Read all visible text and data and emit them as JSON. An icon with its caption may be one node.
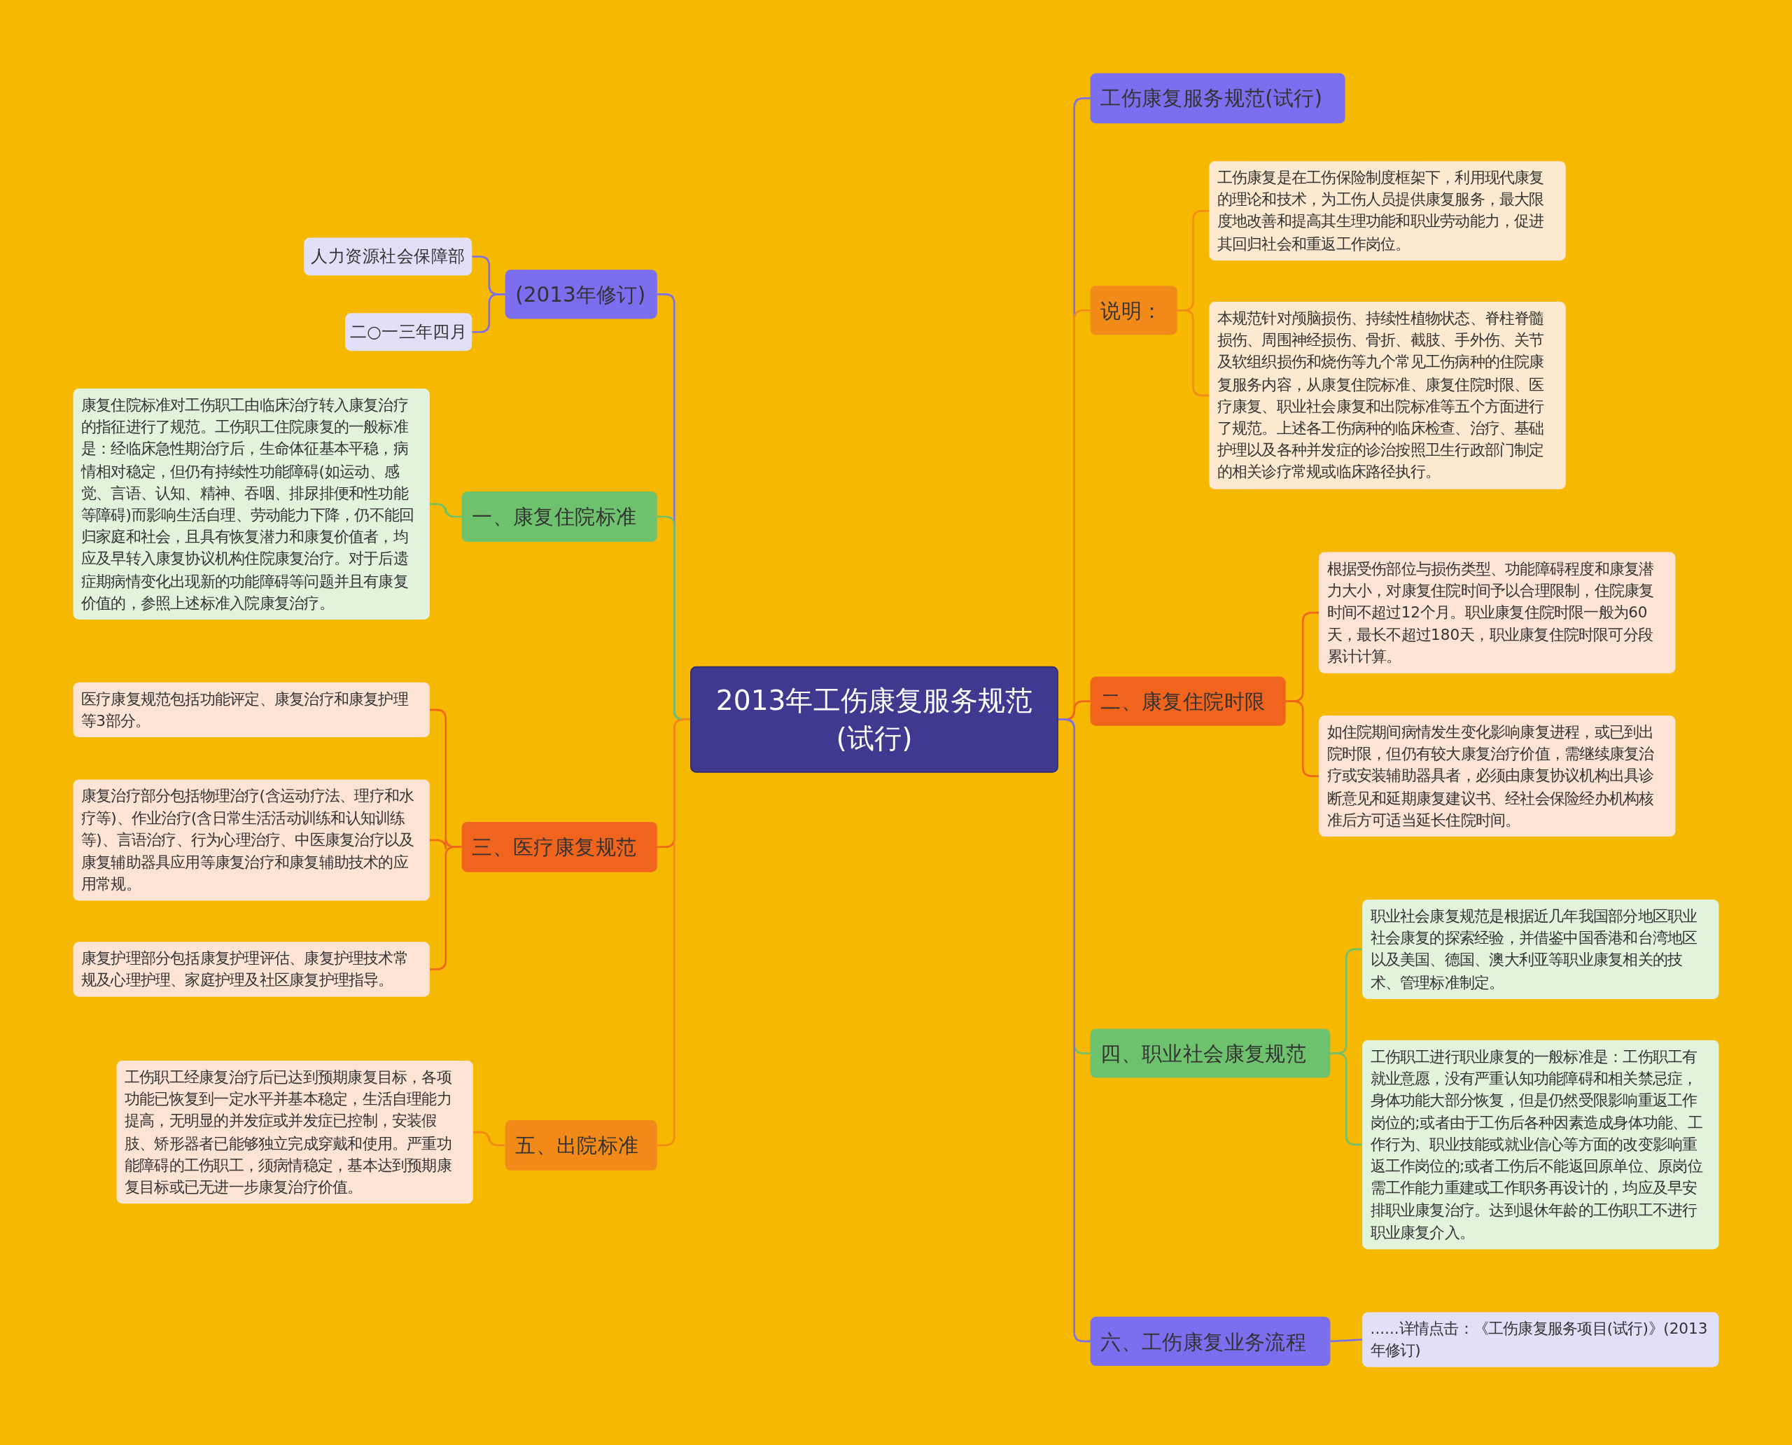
{
  "diagram": {
    "nodes": [
      {
        "text": [
          "2013年工伤康复服务规范(试行)"
        ]
      },
      {
        "text": [
          "(2013年修订)"
        ]
      },
      {
        "text": [
          "人力资源社会保障部"
        ]
      },
      {
        "text": [
          "二○一三年四月"
        ]
      },
      {
        "text": [
          "一、康复住院标准"
        ]
      },
      {
        "text": [
          "康复住院标准对工伤职工由临床治疗转入康复治疗的指征进行了规范。工伤职工住院康复的一般标准是：经临床急性期治疗后，生命体征基本平稳，病情相对稳定，但仍有持续性功能障碍(如运动、感觉、言语、认知、精神、吞咽、排尿排便和性功能等障碍)而影响生活自理、劳动能力下降，仍不能回归家庭和社会，且具有恢复潜力和康复价值者，均应及早转入康复协议机构住院康复治疗。对于后遗症期病情变化出现新的功能障碍等问题并且有康复价值的，参照上述标准入院康复治疗。"
        ]
      },
      {
        "text": [
          "三、医疗康复规范"
        ]
      },
      {
        "text": [
          "医疗康复规范包括功能评定、康复治疗和康复护理等3部分。"
        ]
      },
      {
        "text": [
          "康复治疗部分包括物理治疗(含运动疗法、理疗和水疗等)、作业治疗(含日常生活活动训练和认知训练等)、言语治疗、行为心理治疗、中医康复治疗以及康复辅助器具应用等康复治疗和康复辅助技术的应用常规。"
        ]
      },
      {
        "text": [
          "康复护理部分包括康复护理评估、康复护理技术常规及心理护理、家庭护理及社区康复护理指导。"
        ]
      },
      {
        "text": [
          "五、出院标准"
        ]
      },
      {
        "text": [
          "工伤职工经康复治疗后已达到预期康复目标，各项功能已恢复到一定水平并基本稳定，生活自理能力提高，无明显的并发症或并发症已控制，安装假肢、矫形器者已能够独立完成穿戴和使用。严重功能障碍的工伤职工，须病情稳定，基本达到预期康复目标或已无进一步康复治疗价值。"
        ]
      },
      {
        "text": [
          "工伤康复服务规范(试行)"
        ]
      },
      {
        "text": [
          "说明："
        ]
      },
      {
        "text": [
          "工伤康复是在工伤保险制度框架下，利用现代康复的理论和技术，为工伤人员提供康复服务，最大限度地改善和提高其生理功能和职业劳动能力，促进其回归社会和重返工作岗位。"
        ]
      },
      {
        "text": [
          "本规范针对颅脑损伤、持续性植物状态、脊柱脊髓损伤、周围神经损伤、骨折、截肢、手外伤、关节及软组织损伤和烧伤等九个常见工伤病种的住院康复服务内容，从康复住院标准、康复住院时限、医疗康复、职业社会康复和出院标准等五个方面进行了规范。上述各工伤病种的临床检查、治疗、基础护理以及各种并发症的诊治按照卫生行政部门制定的相关诊疗常规或临床路径执行。"
        ]
      },
      {
        "text": [
          "二、康复住院时限"
        ]
      },
      {
        "text": [
          "根据受伤部位与损伤类型、功能障碍程度和康复潜力大小，对康复住院时间予以合理限制，住院康复时间不超过12个月。职业康复住院时限一般为60天，最长不超过180天，职业康复住院时限可分段累计计算。"
        ]
      },
      {
        "text": [
          "如住院期间病情发生变化影响康复进程，或已到出院时限，但仍有较大康复治疗价值，需继续康复治疗或安装辅助器具者，必须由康复协议机构出具诊断意见和延期康复建议书、经社会保险经办机构核准后方可适当延长住院时间。"
        ]
      },
      {
        "text": [
          "四、职业社会康复规范"
        ]
      },
      {
        "text": [
          "职业社会康复规范是根据近几年我国部分地区职业社会康复的探索经验，并借鉴中国香港和台湾地区以及美国、德国、澳大利亚等职业康复相关的技术、管理标准制定。"
        ]
      },
      {
        "text": [
          "工伤职工进行职业康复的一般标准是：工伤职工有就业意愿，没有严重认知功能障碍和相关禁忌症，身体功能大部分恢复，但是仍然受限影响重返工作岗位的;或者由于工伤后各种因素造成身体功能、工作行为、职业技能或就业信心等方面的改变影响重返工作岗位的;或者工伤后不能返回原单位、原岗位需工作能力重建或工作职务再设计的，均应及早安排职业康复治疗。达到退休年龄的工伤职工不进行职业康复介入。"
        ]
      },
      {
        "text": [
          "六、工伤康复业务流程"
        ]
      },
      {
        "text": [
          "......详情点击：《工伤康复服务项目(试行)》(2013年修订)"
        ]
      }
    ],
    "edges": [
      {
        "from": 0,
        "to": 1,
        "arrow": "none",
        "color": "#7b6ff0"
      },
      {
        "from": 1,
        "to": 2,
        "arrow": "none",
        "color": "#7b6ff0"
      },
      {
        "from": 1,
        "to": 3,
        "arrow": "none",
        "color": "#7b6ff0"
      },
      {
        "from": 0,
        "to": 4,
        "arrow": "none",
        "color": "#6ec26e"
      },
      {
        "from": 4,
        "to": 5,
        "arrow": "none",
        "color": "#6ec26e"
      },
      {
        "from": 0,
        "to": 6,
        "arrow": "none",
        "color": "#f0641e"
      },
      {
        "from": 6,
        "to": 7,
        "arrow": "none",
        "color": "#f0641e"
      },
      {
        "from": 6,
        "to": 8,
        "arrow": "none",
        "color": "#f0641e"
      },
      {
        "from": 6,
        "to": 9,
        "arrow": "none",
        "color": "#f0641e"
      },
      {
        "from": 0,
        "to": 10,
        "arrow": "none",
        "color": "#f28a1a"
      },
      {
        "from": 10,
        "to": 11,
        "arrow": "none",
        "color": "#f28a1a"
      },
      {
        "from": 0,
        "to": 12,
        "arrow": "none",
        "color": "#7b6ff0"
      },
      {
        "from": 0,
        "to": 13,
        "arrow": "none",
        "color": "#f28a1a"
      },
      {
        "from": 13,
        "to": 14,
        "arrow": "none",
        "color": "#f28a1a"
      },
      {
        "from": 13,
        "to": 15,
        "arrow": "none",
        "color": "#f28a1a"
      },
      {
        "from": 0,
        "to": 16,
        "arrow": "none",
        "color": "#f0641e"
      },
      {
        "from": 16,
        "to": 17,
        "arrow": "none",
        "color": "#f0641e"
      },
      {
        "from": 16,
        "to": 18,
        "arrow": "none",
        "color": "#f0641e"
      },
      {
        "from": 0,
        "to": 19,
        "arrow": "none",
        "color": "#6ec26e"
      },
      {
        "from": 19,
        "to": 20,
        "arrow": "none",
        "color": "#6ec26e"
      },
      {
        "from": 19,
        "to": 21,
        "arrow": "none",
        "color": "#6ec26e"
      },
      {
        "from": 0,
        "to": 22,
        "arrow": "none",
        "color": "#7b6ff0"
      },
      {
        "from": 22,
        "to": 23,
        "arrow": "none",
        "color": "#7b6ff0"
      }
    ]
  }
}
